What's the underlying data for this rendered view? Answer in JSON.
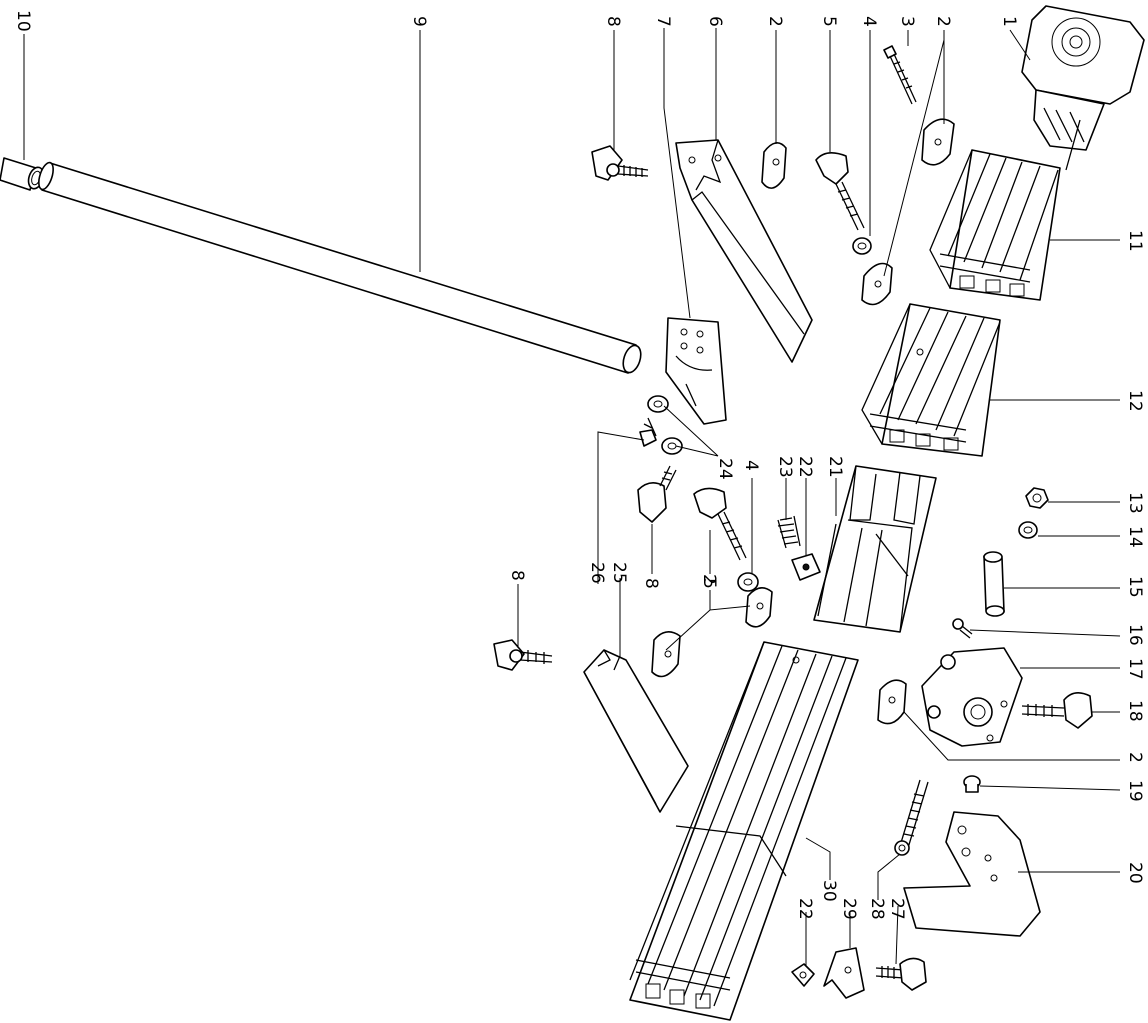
{
  "callouts": [
    "1",
    "2",
    "3",
    "4",
    "5",
    "6",
    "7",
    "8",
    "9",
    "10",
    "11",
    "12",
    "13",
    "14",
    "15",
    "16",
    "17",
    "18",
    "19",
    "20",
    "21",
    "22",
    "23",
    "24",
    "25",
    "26",
    "27",
    "28",
    "29",
    "30"
  ]
}
